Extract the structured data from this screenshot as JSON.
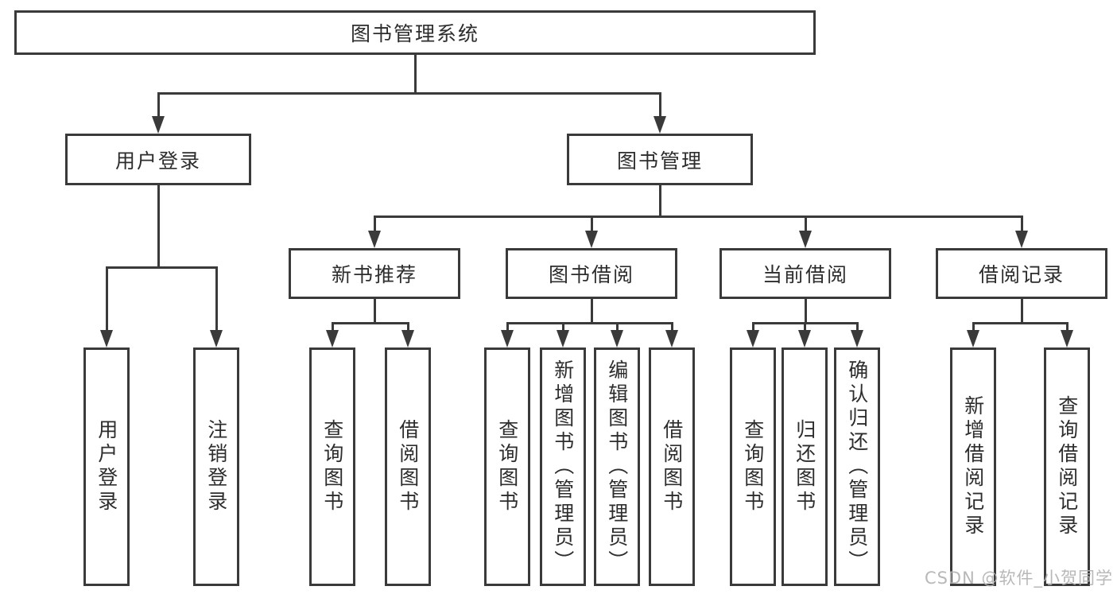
{
  "diagram": {
    "root": {
      "label": "图书管理系统"
    },
    "user_branch": {
      "label": "用户登录",
      "children": [
        {
          "label": "用户登录"
        },
        {
          "label": "注销登录"
        }
      ]
    },
    "book_branch": {
      "label": "图书管理",
      "groups": [
        {
          "label": "新书推荐",
          "children": [
            {
              "label": "查询图书"
            },
            {
              "label": "借阅图书"
            }
          ]
        },
        {
          "label": "图书借阅",
          "children": [
            {
              "label": "查询图书"
            },
            {
              "label": "新增图书（管理员）"
            },
            {
              "label": "编辑图书（管理员）"
            },
            {
              "label": "借阅图书"
            }
          ]
        },
        {
          "label": "当前借阅",
          "children": [
            {
              "label": "查询图书"
            },
            {
              "label": "归还图书"
            },
            {
              "label": "确认归还（管理员）"
            }
          ]
        },
        {
          "label": "借阅记录",
          "children": [
            {
              "label": "新增借阅记录"
            },
            {
              "label": "查询借阅记录"
            }
          ]
        }
      ]
    },
    "colors": {
      "stroke": "#3a3a3a",
      "text": "#2d2d2d",
      "background": "#ffffff",
      "watermark": "#b2b2b2"
    }
  },
  "watermark": {
    "text": "CSDN @软件_小贺同学"
  }
}
